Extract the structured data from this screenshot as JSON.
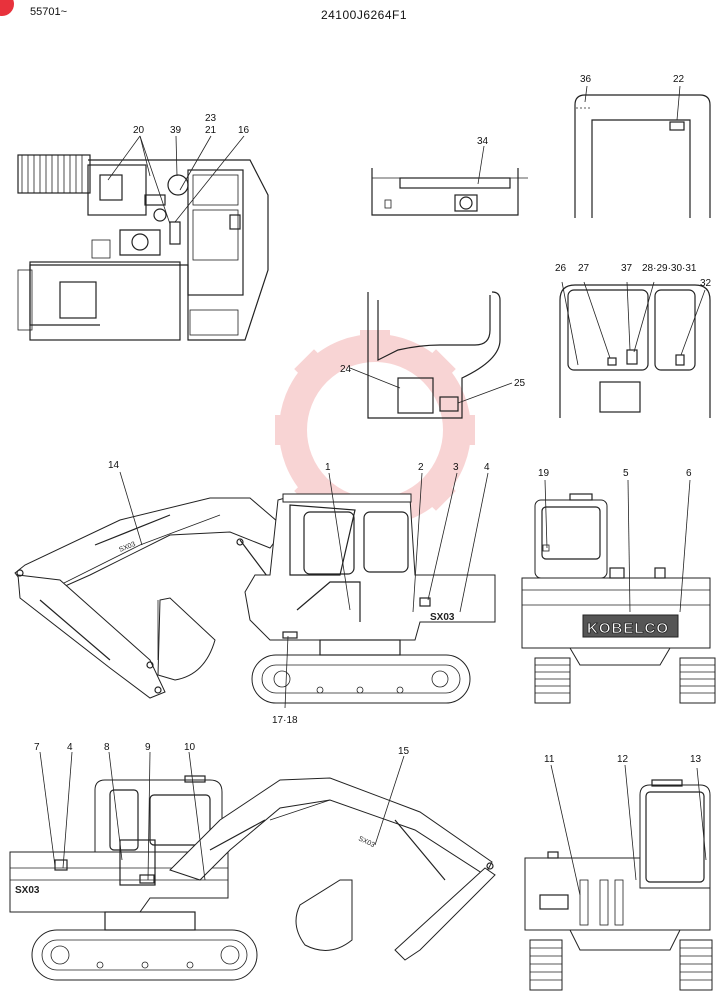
{
  "header": {
    "serial_range": "55701~",
    "part_number": "24100J6264F1"
  },
  "callouts": {
    "n1": "1",
    "n2": "2",
    "n3": "3",
    "n4": "4",
    "n5": "5",
    "n6": "6",
    "n7": "7",
    "n4b": "4",
    "n8": "8",
    "n9": "9",
    "n10": "10",
    "n11": "11",
    "n12": "12",
    "n13": "13",
    "n14": "14",
    "n15": "15",
    "n16": "16",
    "n17_18": "17·18",
    "n19": "19",
    "n20": "20",
    "n21": "21",
    "n22": "22",
    "n23": "23",
    "n24": "24",
    "n25": "25",
    "n26": "26",
    "n27": "27",
    "n28_31": "28·29·30·31",
    "n32": "32",
    "n34": "34",
    "n36": "36",
    "n37": "37",
    "n39": "39"
  },
  "labels": {
    "brand": "KOBELCO",
    "model_side": "SX03",
    "model_left": "SX03"
  },
  "colors": {
    "watermark": "#f5b8b8",
    "corner_badge": "#e8323c"
  },
  "icons": {
    "watermark": "gear-logo-watermark"
  }
}
